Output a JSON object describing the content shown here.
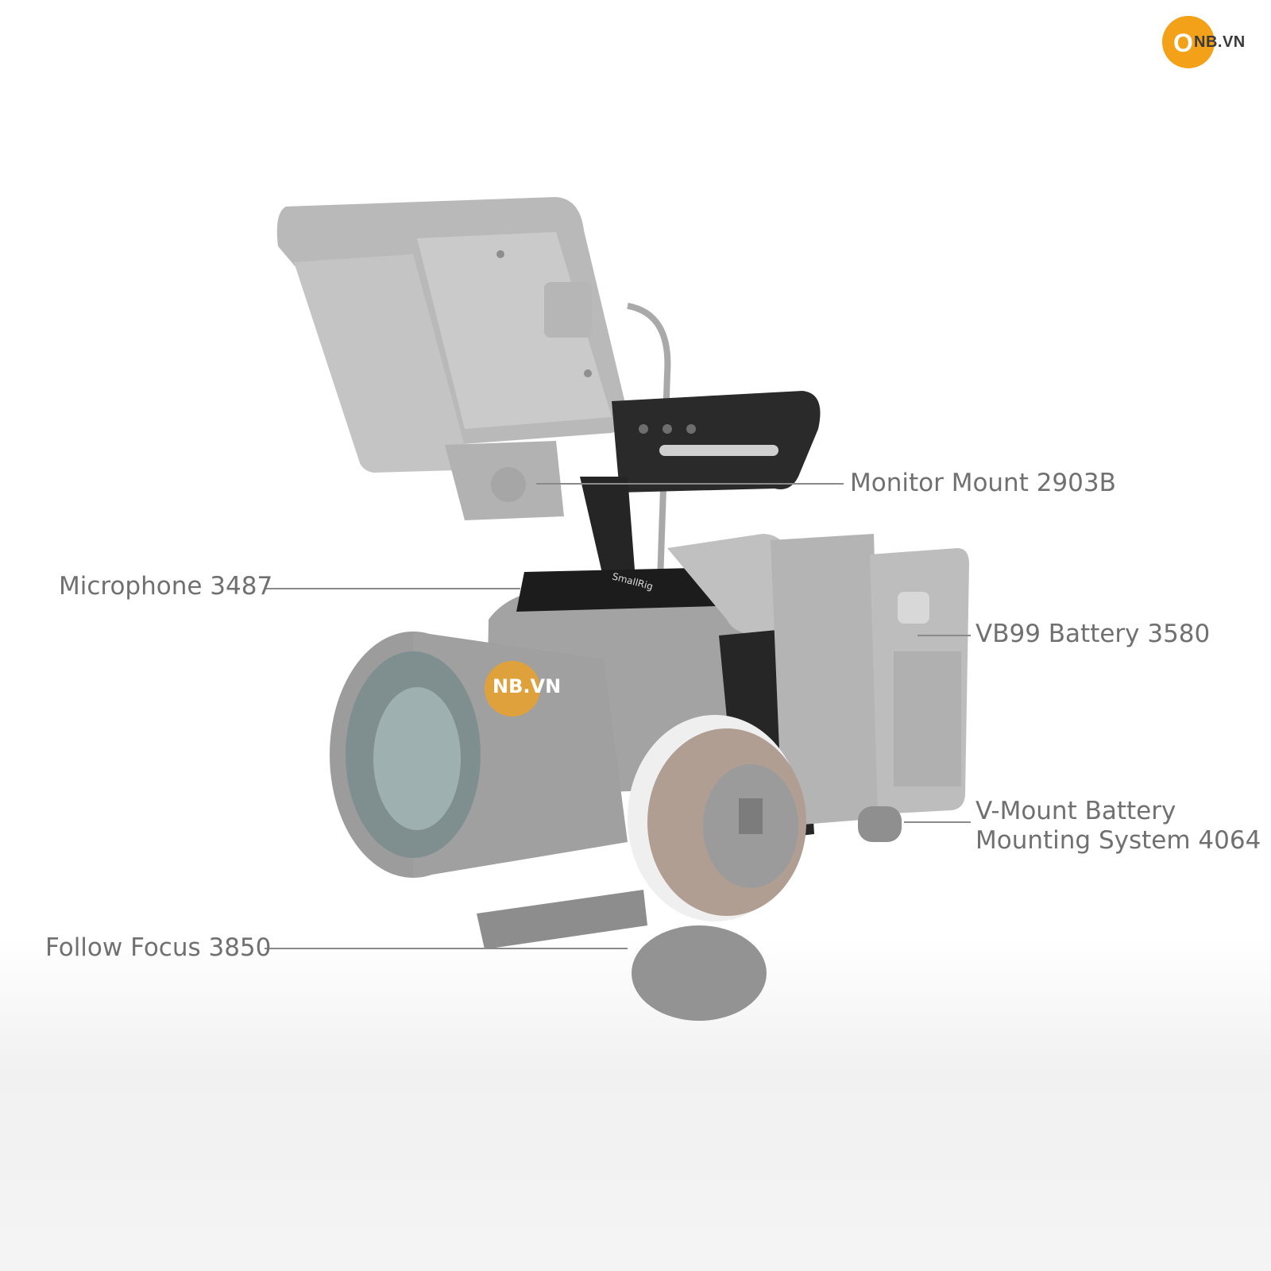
{
  "brand": {
    "logo_letter": "O",
    "logo_text": "NB.VN",
    "watermark_text": "NB.VN",
    "color": "#f4a11a"
  },
  "callouts": {
    "monitor_mount": "Monitor Mount 2903B",
    "microphone": "Microphone 3487",
    "vb99_battery": "VB99 Battery 3580",
    "vmount_line1": "V-Mount Battery",
    "vmount_line2": "Mounting System 4064",
    "follow_focus": "Follow Focus 3850"
  },
  "product_marks": {
    "cage_brand": "SmallRig"
  },
  "colors": {
    "label_text": "#707070",
    "leader_line": "#8a8a8a",
    "ghost_gear": "#b4b4b4",
    "cage_black": "#1f1f1f",
    "focus_wheel": "#b09e92"
  }
}
